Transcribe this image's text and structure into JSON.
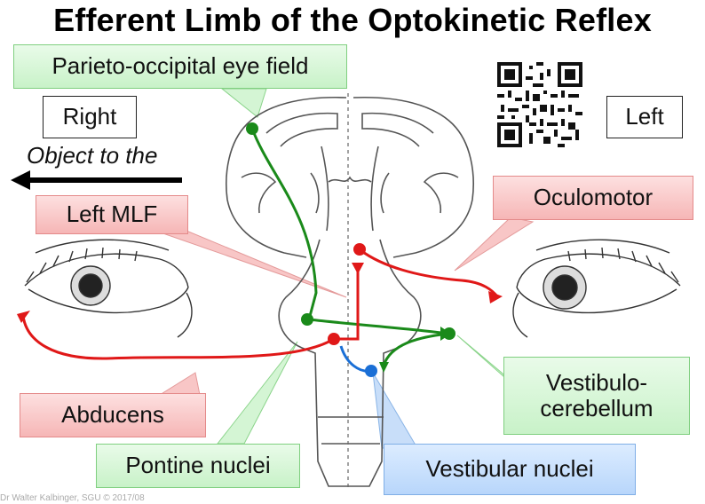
{
  "title": "Efferent Limb of the Optokinetic Reflex",
  "labels": {
    "right": "Right",
    "left": "Left",
    "object": "Object to the",
    "parieto": "Parieto-occipital eye field",
    "mlf": "Left MLF",
    "oculomotor": "Oculomotor",
    "abducens": "Abducens",
    "pontine": "Pontine nuclei",
    "vestibular": "Vestibular nuclei",
    "vestibulo_line1": "Vestibulo-",
    "vestibulo_line2": "cerebellum"
  },
  "credit": "Dr Walter Kalbinger, SGU © 2017/08",
  "colors": {
    "green_path": "#1a8a1a",
    "red_path": "#e01818",
    "blue_path": "#1a6fd6"
  },
  "icons": [
    "qr-code-icon",
    "eye-icon",
    "arrow-left-icon"
  ]
}
